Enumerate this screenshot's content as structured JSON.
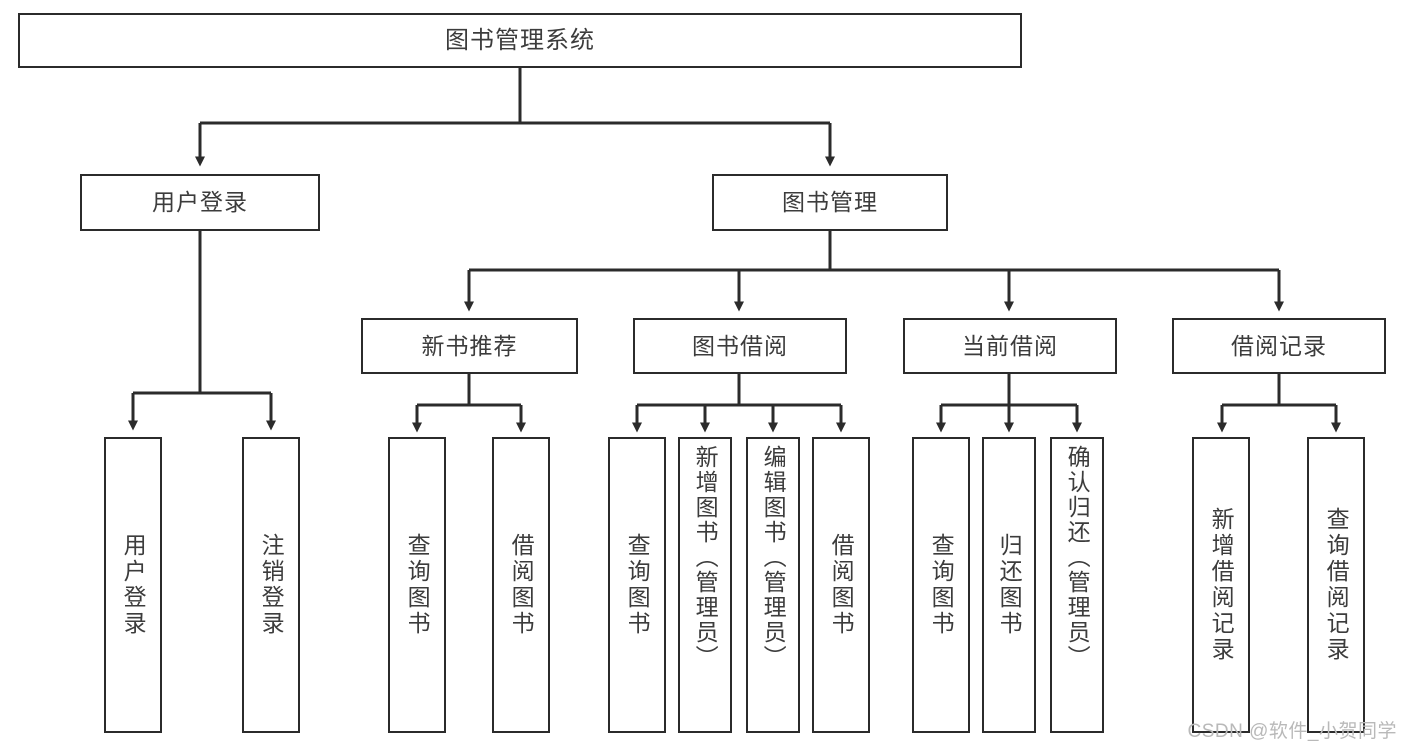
{
  "diagram": {
    "title": "图书管理系统",
    "watermark": "CSDN @软件_小贺同学",
    "stroke_color": "#2b2b2b",
    "text_color": "#3c3c3c",
    "background_color": "#ffffff",
    "watermark_color": "#b9b9b9"
  },
  "nodes": {
    "root": {
      "label": "图书管理系统"
    },
    "level2": [
      {
        "label": "用户登录"
      },
      {
        "label": "图书管理"
      }
    ],
    "level3": [
      {
        "label": "新书推荐"
      },
      {
        "label": "图书借阅"
      },
      {
        "label": "当前借阅"
      },
      {
        "label": "借阅记录"
      }
    ],
    "leaves": {
      "user_login": [
        {
          "label": "用户登录"
        },
        {
          "label": "注销登录"
        }
      ],
      "new_book_recommend": [
        {
          "label": "查询图书"
        },
        {
          "label": "借阅图书"
        }
      ],
      "book_borrow": [
        {
          "label": "查询图书"
        },
        {
          "label": "新增图书（管理员）"
        },
        {
          "label": "编辑图书（管理员）"
        },
        {
          "label": "借阅图书"
        }
      ],
      "current_borrow": [
        {
          "label": "查询图书"
        },
        {
          "label": "归还图书"
        },
        {
          "label": "确认归还（管理员）"
        }
      ],
      "borrow_record": [
        {
          "label": "新增借阅记录"
        },
        {
          "label": "查询借阅记录"
        }
      ]
    }
  },
  "chart_data": {
    "type": "diagram",
    "subtype": "tree",
    "title": "图书管理系统",
    "orientation": "top-down",
    "tree": {
      "label": "图书管理系统",
      "children": [
        {
          "label": "用户登录",
          "children": [
            {
              "label": "用户登录"
            },
            {
              "label": "注销登录"
            }
          ]
        },
        {
          "label": "图书管理",
          "children": [
            {
              "label": "新书推荐",
              "children": [
                {
                  "label": "查询图书"
                },
                {
                  "label": "借阅图书"
                }
              ]
            },
            {
              "label": "图书借阅",
              "children": [
                {
                  "label": "查询图书"
                },
                {
                  "label": "新增图书（管理员）"
                },
                {
                  "label": "编辑图书（管理员）"
                },
                {
                  "label": "借阅图书"
                }
              ]
            },
            {
              "label": "当前借阅",
              "children": [
                {
                  "label": "查询图书"
                },
                {
                  "label": "归还图书"
                },
                {
                  "label": "确认归还（管理员）"
                }
              ]
            },
            {
              "label": "借阅记录",
              "children": [
                {
                  "label": "新增借阅记录"
                },
                {
                  "label": "查询借阅记录"
                }
              ]
            }
          ]
        }
      ]
    }
  }
}
